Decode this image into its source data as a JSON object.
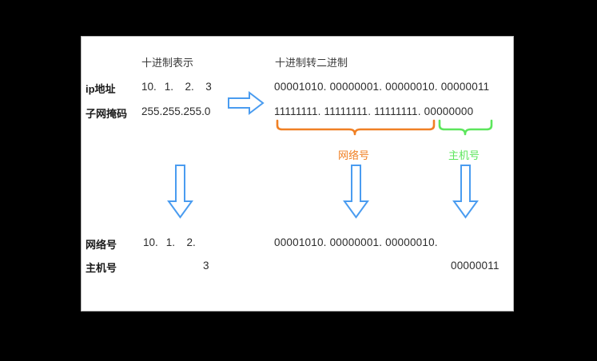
{
  "meta": {
    "background_color": "#000000",
    "card_background": "#ffffff",
    "card_border_color": "#b8b8b8"
  },
  "colors": {
    "arrow_stroke": "#4a9cf0",
    "arrow_fill": "#ffffff",
    "network_brace": "#f08024",
    "host_brace": "#5ce65c",
    "text": "#2b2b2b",
    "label_text": "#1a1a1a"
  },
  "headers": {
    "decimal": "十进制表示",
    "binary": "十进制转二进制"
  },
  "rows": {
    "ip": {
      "label": "ip地址",
      "decimal_octets": [
        "10.",
        "1.",
        "2.",
        "3"
      ],
      "binary": "00001010. 00000001. 00000010. 00000011"
    },
    "mask": {
      "label": "子网掩码",
      "decimal": "255.255.255.0",
      "binary": "11111111. 11111111. 11111111. 00000000"
    }
  },
  "braces": {
    "network": {
      "label": "网络号",
      "color": "#f08024"
    },
    "host": {
      "label": "主机号",
      "color": "#5ce65c"
    }
  },
  "results": {
    "network": {
      "label": "网络号",
      "decimal_octets": [
        "10.",
        "1.",
        "2."
      ],
      "binary": "00001010. 00000001. 00000010."
    },
    "host": {
      "label": "主机号",
      "decimal": "3",
      "binary": "00000011"
    }
  },
  "arrows": {
    "convert": "right-arrow",
    "split_left": "down-arrow",
    "split_network": "down-arrow",
    "split_host": "down-arrow"
  }
}
